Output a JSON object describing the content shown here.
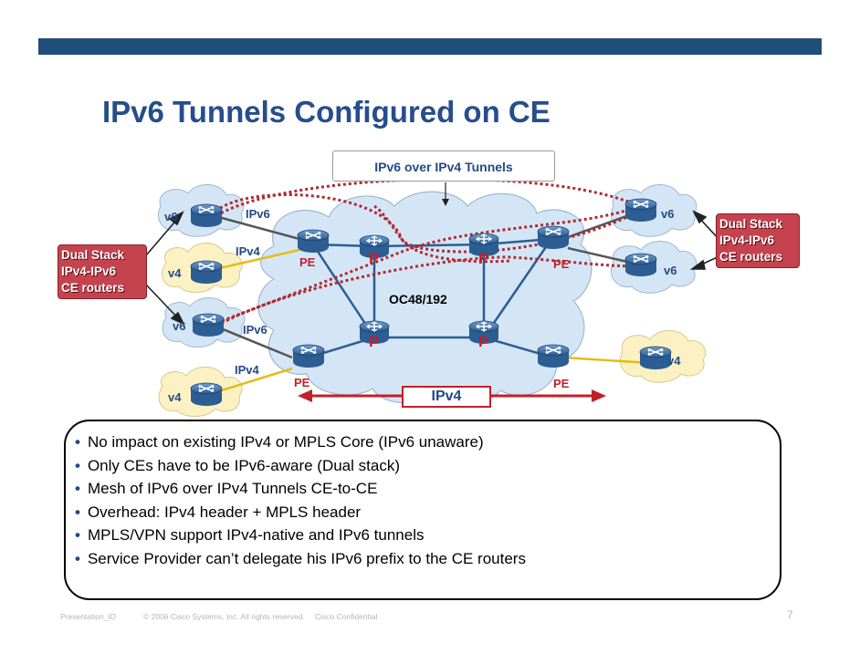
{
  "title": "IPv6 Tunnels Configured on CE",
  "callout": "IPv6 over IPv4 Tunnels",
  "dual_stack_left": [
    "Dual Stack",
    "IPv4-IPv6",
    "CE routers"
  ],
  "dual_stack_right": [
    "Dual Stack",
    "IPv4-IPv6",
    "CE routers"
  ],
  "core_label": "OC48/192",
  "ipv4_span_label": "IPv4",
  "labels": {
    "ce_top_left_v6": "v6",
    "ce_mid_left_v4": "v4",
    "ce_lower_left_v6": "v6",
    "ce_bottom_left_v4": "v4",
    "ce_top_right_v6": "v6",
    "ce_mid_right_v6": "v6",
    "ce_bottom_right_v4": "v4",
    "link_top_ipv6": "IPv6",
    "link_top_ipv4": "IPv4",
    "link_bottom_ipv6": "IPv6",
    "link_bottom_ipv4": "IPv4",
    "pe_top_left": "PE",
    "pe_top_right": "PE",
    "pe_bottom_left": "PE",
    "pe_bottom_right": "PE",
    "p_top_left": "P",
    "p_top_right": "P",
    "p_bottom_left": "P",
    "p_bottom_right": "P"
  },
  "bullets": [
    "No impact on existing IPv4 or MPLS Core (IPv6 unaware)",
    "Only CEs have to be IPv6-aware (Dual stack)",
    "Mesh of IPv6 over IPv4 Tunnels CE-to-CE",
    "Overhead: IPv4 header + MPLS header",
    "MPLS/VPN support IPv4-native and IPv6 tunnels",
    "Service Provider can’t delegate his IPv6 prefix to the CE routers"
  ],
  "footer": {
    "presentation_id": "Presentation_ID",
    "copyright": "© 2006 Cisco Systems, Inc. All rights reserved.",
    "confidential": "Cisco Confidential",
    "page_number": "7"
  },
  "colors": {
    "brand_bar": "#1f4e79",
    "title": "#264d8c",
    "label_blue": "#234a86",
    "accent_red": "#c0202a",
    "cloud_blue": "#d4e6f6",
    "cloud_yellow": "#fbf1c3",
    "router_blue": "#3a6fa6"
  }
}
